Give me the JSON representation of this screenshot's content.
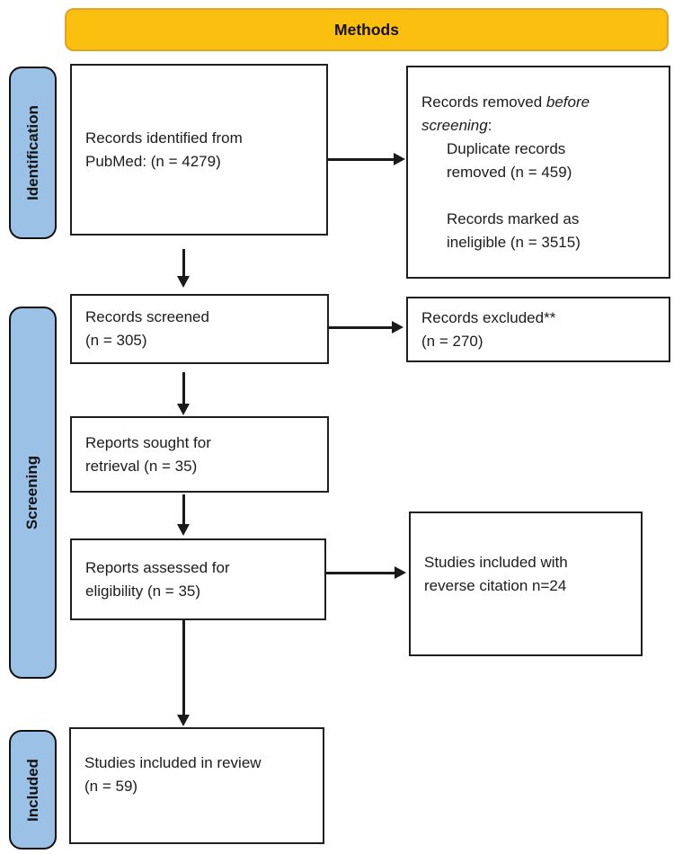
{
  "header": {
    "label": "Methods"
  },
  "stages": [
    {
      "id": "identification",
      "label": "Identification"
    },
    {
      "id": "screening",
      "label": "Screening"
    },
    {
      "id": "included",
      "label": "Included"
    }
  ],
  "boxes": {
    "identified": {
      "text": "Records identified from\nPubMed: (n = 4279)"
    },
    "removed": {
      "intro_normal": "Records removed ",
      "intro_italic": "before\nscreening",
      "intro_suffix": ":",
      "items": [
        "Duplicate records\nremoved (n = 459)",
        "Records marked as\nineligible (n = 3515)"
      ]
    },
    "screened": {
      "text": "Records screened\n(n = 305)"
    },
    "excluded": {
      "text": "Records excluded**\n(n = 270)"
    },
    "sought": {
      "text": "Reports sought for\nretrieval (n = 35)"
    },
    "assessed": {
      "text": "Reports assessed for\neligibility (n = 35)"
    },
    "reverse_citation": {
      "text": "Studies included with\nreverse citation n=24"
    },
    "included_review": {
      "text": "Studies included in review\n(n = 59)"
    }
  },
  "colors": {
    "header_fill": "#fbbf0f",
    "header_border": "#dfa32b",
    "stage_fill": "#9bc2e6",
    "box_border": "#1f1f1f",
    "arrow_color": "#1a1a1a"
  }
}
